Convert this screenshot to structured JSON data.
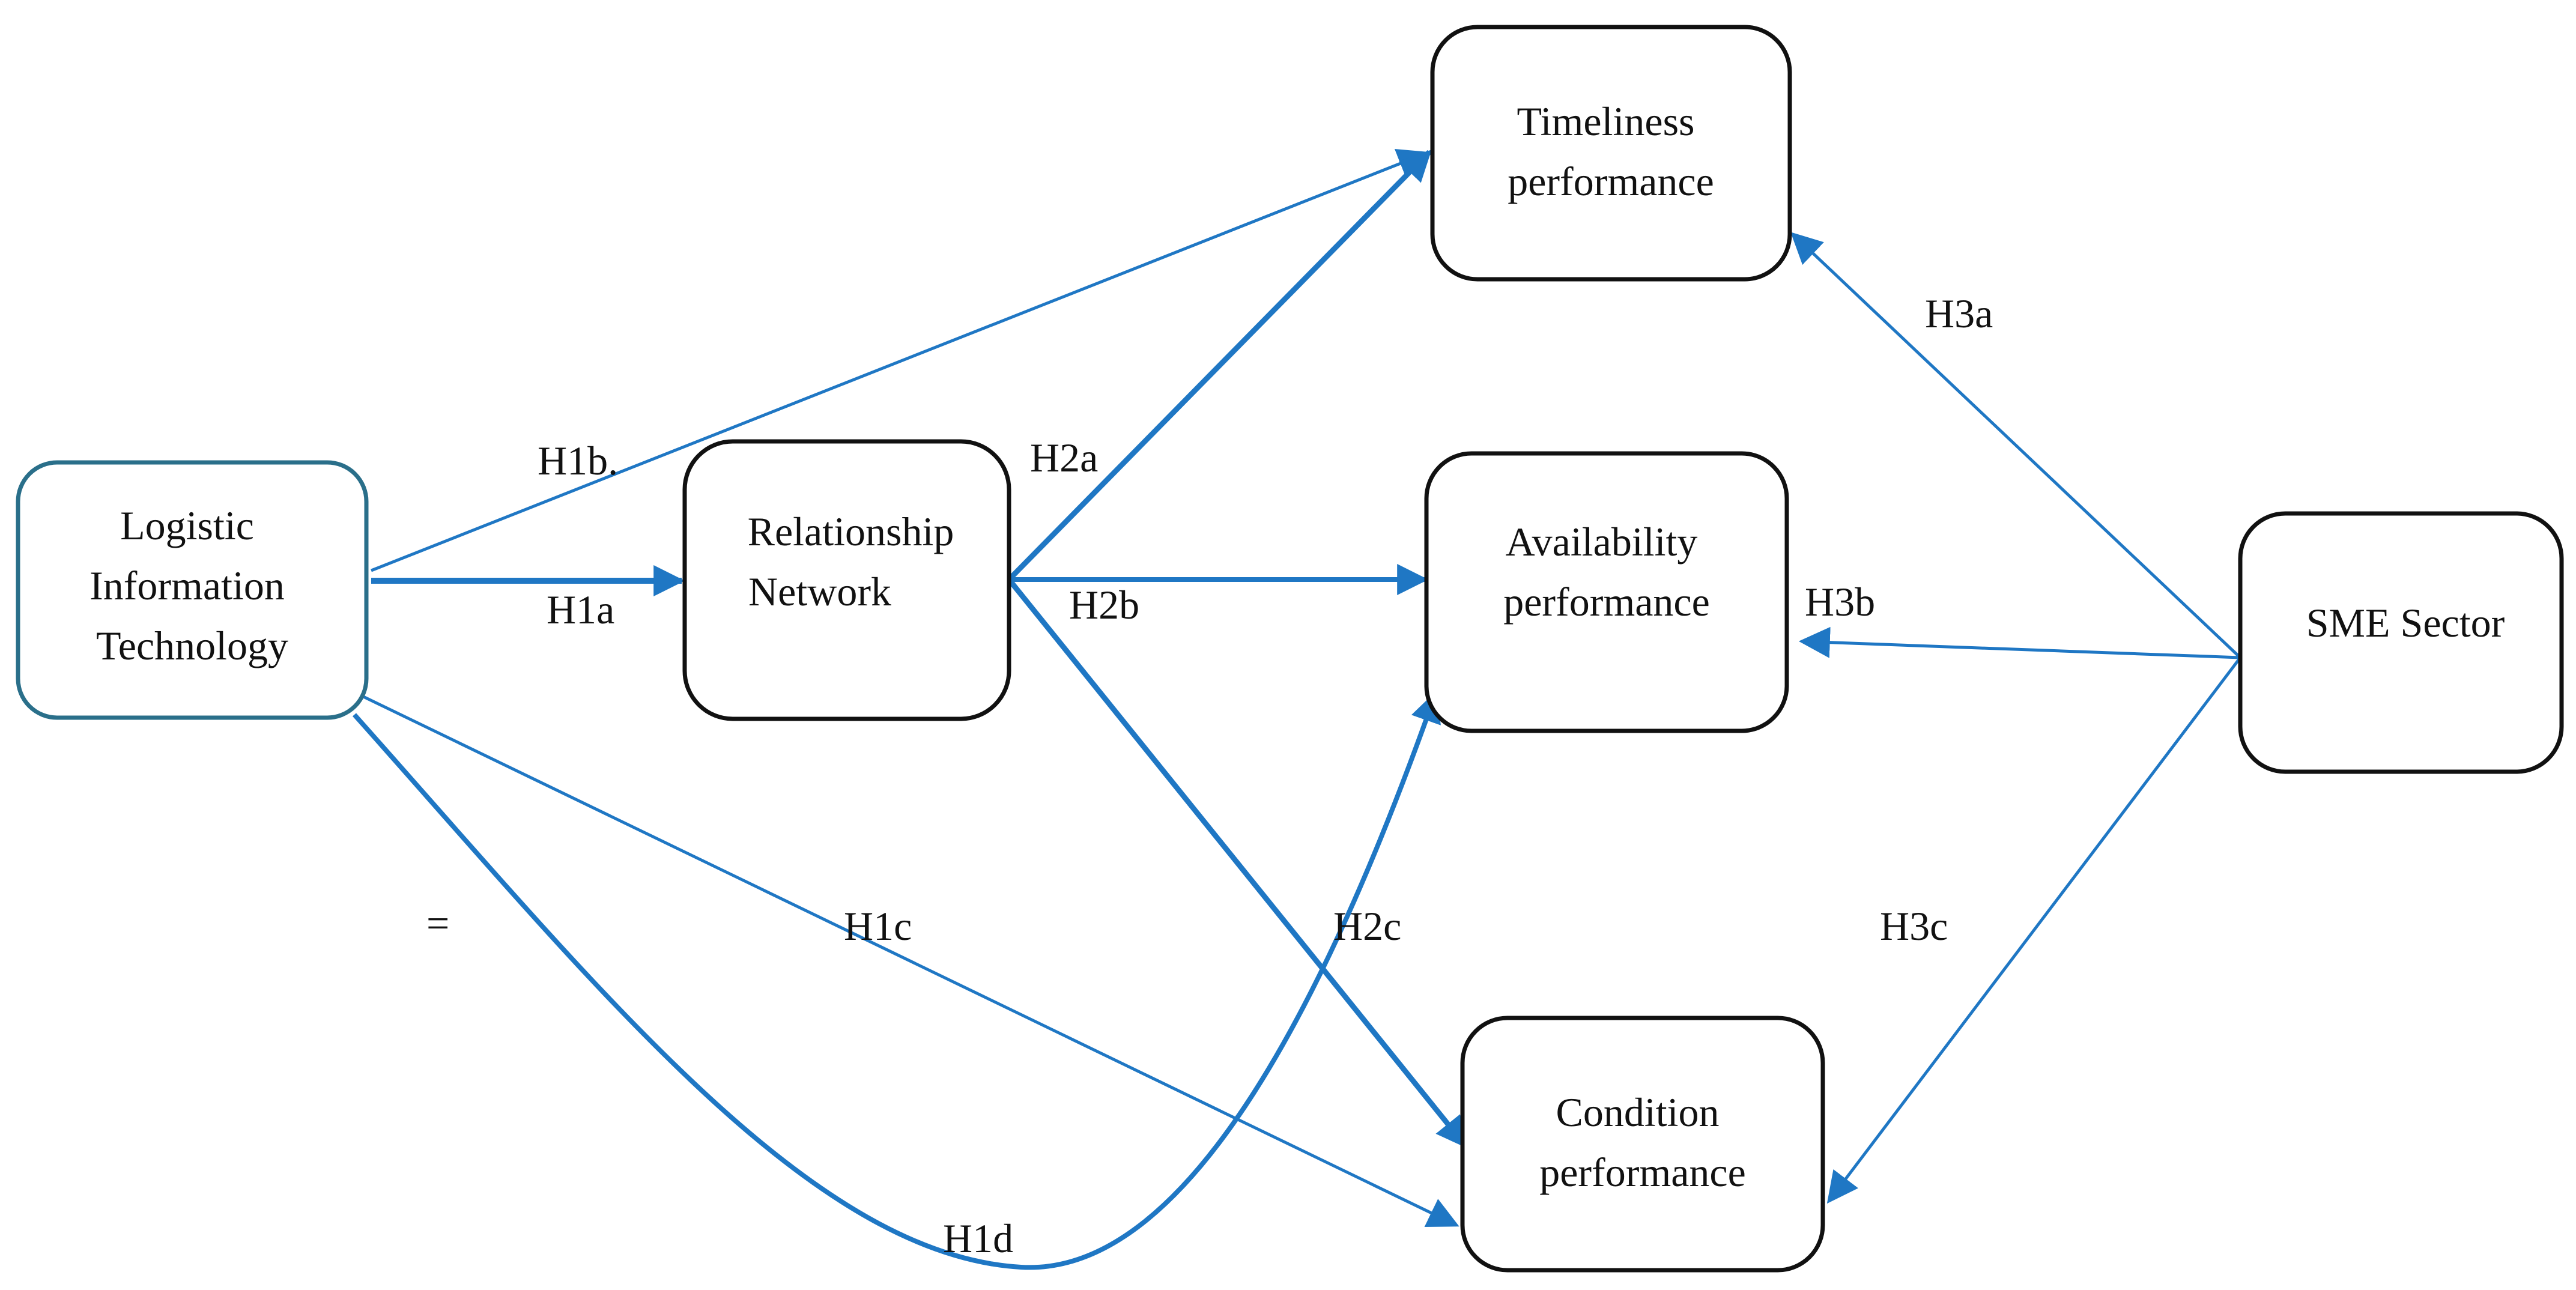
{
  "diagram": {
    "nodes": {
      "lit": [
        "Logistic",
        "Information",
        "Technology"
      ],
      "rn": [
        "Relationship",
        "Network"
      ],
      "tp": [
        "Timeliness",
        "performance"
      ],
      "ap": [
        "Availability",
        "performance"
      ],
      "cp": [
        "Condition",
        "performance"
      ],
      "sme": [
        "SME Sector"
      ]
    },
    "labels": {
      "h1a": "H1a",
      "h1b": "H1b.",
      "h1c": "H1c",
      "h1d": "H1d",
      "h2a": "H2a",
      "h2b": "H2b",
      "h2c": "H2c",
      "h3a": "H3a",
      "h3b": "H3b",
      "h3c": "H3c",
      "stray": "="
    },
    "colors": {
      "arrow": "#1f77c4",
      "lit_border": "#2a6f8a",
      "box_border": "#111111"
    }
  }
}
